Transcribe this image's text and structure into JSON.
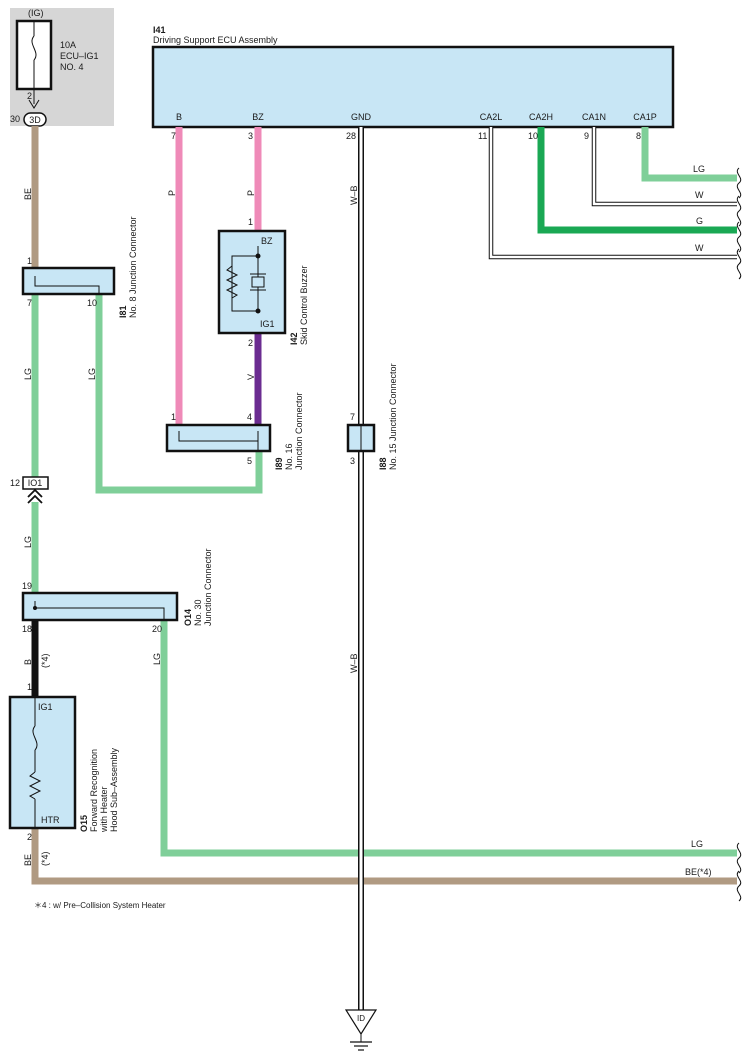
{
  "colors": {
    "pink": "#ef8ab8",
    "tan": "#b09a82",
    "lightgreen": "#7fcf99",
    "green": "#1aa854",
    "violet": "#6b2c91",
    "black": "#111111",
    "component_fill": "#c8e6f5",
    "fuse_box_fill": "#d6d6d6"
  },
  "fuse": {
    "ig_label": "(IG)",
    "amp": "10A",
    "name": "ECU–IG1",
    "no": "NO. 4",
    "pin_out": "2",
    "conn_pin": "30",
    "conn": "3D"
  },
  "ecu": {
    "id": "I41",
    "name": "Driving Support ECU Assembly",
    "terminals": [
      {
        "name": "B",
        "pin": "7"
      },
      {
        "name": "BZ",
        "pin": "3"
      },
      {
        "name": "GND",
        "pin": "28"
      },
      {
        "name": "CA2L",
        "pin": "11"
      },
      {
        "name": "CA2H",
        "pin": "10"
      },
      {
        "name": "CA1N",
        "pin": "9"
      },
      {
        "name": "CA1P",
        "pin": "8"
      }
    ]
  },
  "wires": {
    "be": "BE",
    "p1": "P",
    "p2": "P",
    "wb1": "W–B",
    "wb2": "W–B",
    "lg1": "LG",
    "lg2": "LG",
    "lg3": "LG",
    "lg4": "LG",
    "v": "V",
    "b": "B",
    "be2": "BE",
    "mark4a": "(*4)",
    "mark4b": "(*4)"
  },
  "right_wires": [
    "LG",
    "W",
    "G",
    "W"
  ],
  "bottom_wires": [
    "LG",
    "BE(*4)"
  ],
  "i81": {
    "id": "I81",
    "name": "No. 8 Junction Connector",
    "pin_top": "1",
    "pin_bl": "7",
    "pin_br": "10"
  },
  "i42": {
    "id": "I42",
    "name": "Skid Control Buzzer",
    "term_top": "BZ",
    "term_bot": "IG1",
    "pin_top": "1",
    "pin_bot": "2"
  },
  "i89": {
    "id": "I89",
    "line1": "No. 16",
    "line2": "Junction Connector",
    "pin_tl": "1",
    "pin_tr": "4",
    "pin_br": "5"
  },
  "i88": {
    "id": "I88",
    "name": "No. 15 Junction Connector",
    "pin_top": "7",
    "pin_bot": "3"
  },
  "io1": {
    "id": "IO1",
    "pin": "12"
  },
  "o14": {
    "id": "O14",
    "line1": "No. 30",
    "line2": "Junction Connector",
    "pin_top": "19",
    "pin_bl": "18",
    "pin_br": "20"
  },
  "o15": {
    "id": "O15",
    "line1": "Forward Recognition",
    "line2": "with Heater",
    "line3": "Hood Sub–Assembly",
    "term_top": "IG1",
    "term_bot": "HTR",
    "pin_top": "1",
    "pin_bot": "2"
  },
  "ground": "ID",
  "footnote": "＊4 : w/ Pre–Collision System Heater"
}
